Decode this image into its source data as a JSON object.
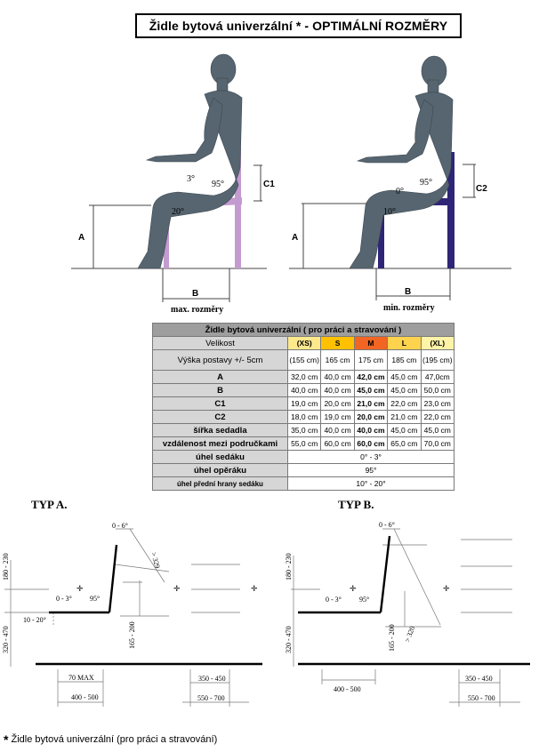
{
  "title": "Židle bytová univerzální * - OPTIMÁLNÍ ROZMĚRY",
  "figures": {
    "left": {
      "caption": "max. rozměry",
      "labels": {
        "a": "A",
        "b": "B",
        "c": "C1",
        "back_angle": "95°",
        "seat_angle": "3°",
        "front_angle": "20°"
      },
      "chair_color": "#c49bd0"
    },
    "right": {
      "caption": "min. rozměry",
      "labels": {
        "a": "A",
        "b": "B",
        "c": "C2",
        "back_angle": "95°",
        "seat_angle": "0°",
        "front_angle": "10°"
      },
      "chair_color": "#2e2577"
    },
    "figure_color": "#566570"
  },
  "table": {
    "title": "Židle bytová univerzální ( pro práci a stravování )",
    "size_label": "Velikost",
    "sizes": [
      {
        "label": "(XS)",
        "color": "#fde98c"
      },
      {
        "label": "S",
        "color": "#ffc000"
      },
      {
        "label": "M",
        "color": "#f26522"
      },
      {
        "label": "L",
        "color": "#ffd34d"
      },
      {
        "label": "(XL)",
        "color": "#fff3a8"
      }
    ],
    "height_label": "Výška postavy +/- 5cm",
    "heights": [
      "(155 cm)",
      "165 cm",
      "175 cm",
      "185 cm",
      "(195 cm)"
    ],
    "rows": [
      {
        "label": "A",
        "values": [
          "32,0 cm",
          "40,0 cm",
          "42,0 cm",
          "45,0 cm",
          "47,0cm"
        ]
      },
      {
        "label": "B",
        "values": [
          "40,0 cm",
          "40,0 cm",
          "45,0 cm",
          "45,0 cm",
          "50,0 cm"
        ]
      },
      {
        "label": "C1",
        "values": [
          "19,0 cm",
          "20,0 cm",
          "21,0 cm",
          "22,0 cm",
          "23,0 cm"
        ]
      },
      {
        "label": "C2",
        "values": [
          "18,0 cm",
          "19,0 cm",
          "20,0 cm",
          "21,0 cm",
          "22,0 cm"
        ]
      },
      {
        "label": "šířka sedadla",
        "values": [
          "35,0 cm",
          "40,0 cm",
          "40,0 cm",
          "45,0 cm",
          "45,0 cm"
        ]
      },
      {
        "label": "vzdálenost mezi područkami",
        "values": [
          "55,0 cm",
          "60,0 cm",
          "60,0 cm",
          "65,0 cm",
          "70,0 cm"
        ]
      }
    ],
    "angles": [
      {
        "label": "úhel sedáku",
        "value": "0° - 3°"
      },
      {
        "label": "úhel opěráku",
        "value": "95°"
      },
      {
        "label": "úhel přední hrany sedáku",
        "value": "10° - 20°"
      }
    ]
  },
  "typ_a": {
    "title": "TYP A.",
    "labels": {
      "back_tilt": "0 - 6°",
      "back_height": "> 329",
      "top_height": "180 - 230",
      "seat_tilt": "0 - 3°",
      "back_angle": "95°",
      "front_edge": "10 - 20°",
      "seat_height": "320 - 470",
      "armrest": "165 - 200",
      "max70": "70 MAX",
      "depth": "400 - 500",
      "width_inner": "350 - 450",
      "width_outer": "550 - 700"
    }
  },
  "typ_b": {
    "title": "TYP B.",
    "labels": {
      "back_tilt": "0 - 6°",
      "top_height": "180 - 230",
      "seat_tilt": "0 - 3°",
      "back_angle": "95°",
      "seat_height": "320 - 470",
      "armrest": "165 - 200",
      "back_height": "> 320",
      "depth": "400 - 500",
      "width_inner": "350 - 450",
      "width_outer": "550 - 700"
    }
  },
  "footnote": "Židle bytová univerzální (pro práci a stravování)"
}
